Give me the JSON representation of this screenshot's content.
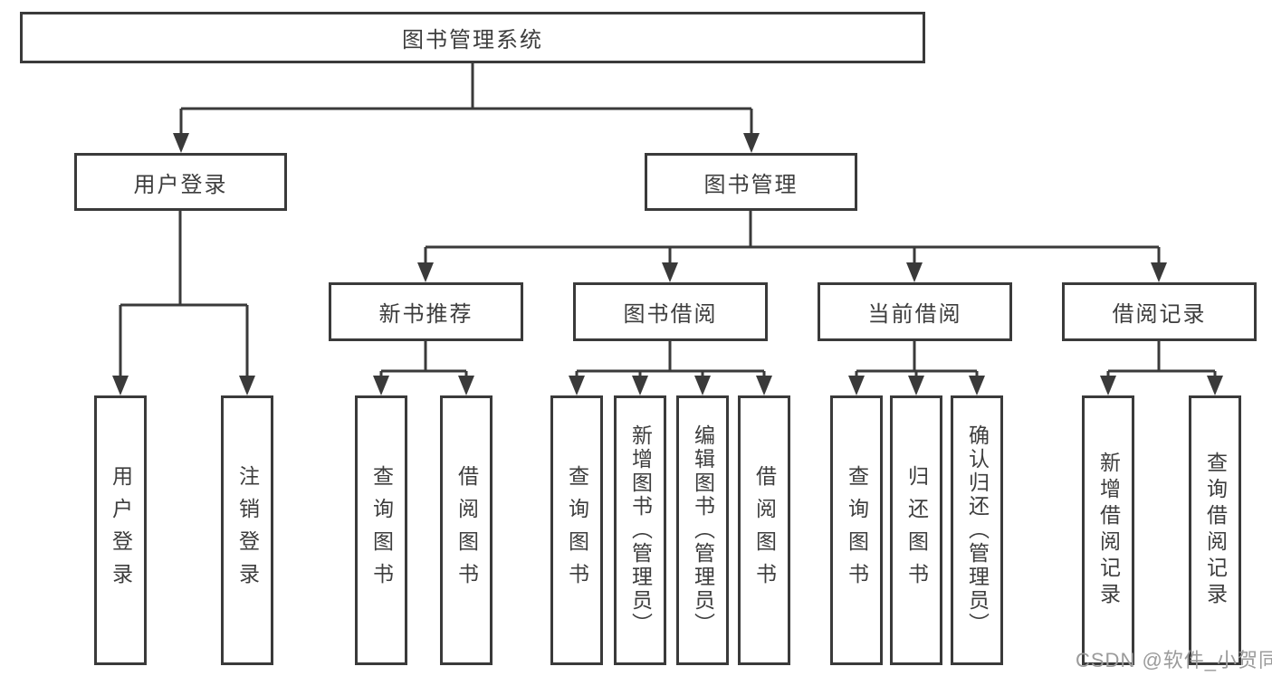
{
  "diagram": {
    "type": "tree-structure-diagram",
    "colors": {
      "background": "#ffffff",
      "line": "#3a3a3a",
      "box_border": "#3a3a3a",
      "text": "#3d3d3d",
      "watermark": "#9b9b9b"
    },
    "nodes": {
      "root": {
        "label": "图书管理系统"
      },
      "l2": [
        {
          "label": "用户登录",
          "parent": "图书管理系统"
        },
        {
          "label": "图书管理",
          "parent": "图书管理系统"
        }
      ],
      "l3": [
        {
          "label": "新书推荐",
          "parent": "图书管理"
        },
        {
          "label": "图书借阅",
          "parent": "图书管理"
        },
        {
          "label": "当前借阅",
          "parent": "图书管理"
        },
        {
          "label": "借阅记录",
          "parent": "图书管理"
        }
      ],
      "leaves": [
        {
          "label": "用户登录",
          "parent": "用户登录"
        },
        {
          "label": "注销登录",
          "parent": "用户登录"
        },
        {
          "label": "查询图书",
          "parent": "新书推荐"
        },
        {
          "label": "借阅图书",
          "parent": "新书推荐"
        },
        {
          "label": "查询图书",
          "parent": "图书借阅"
        },
        {
          "label": "新增图书（管理员）",
          "parent": "图书借阅"
        },
        {
          "label": "编辑图书（管理员）",
          "parent": "图书借阅"
        },
        {
          "label": "借阅图书",
          "parent": "图书借阅"
        },
        {
          "label": "查询图书",
          "parent": "当前借阅"
        },
        {
          "label": "归还图书",
          "parent": "当前借阅"
        },
        {
          "label": "确认归还（管理员）",
          "parent": "当前借阅"
        },
        {
          "label": "新增借阅记录",
          "parent": "借阅记录"
        },
        {
          "label": "查询借阅记录",
          "parent": "借阅记录"
        }
      ]
    },
    "watermark": "CSDN @软件_小贺同学"
  }
}
